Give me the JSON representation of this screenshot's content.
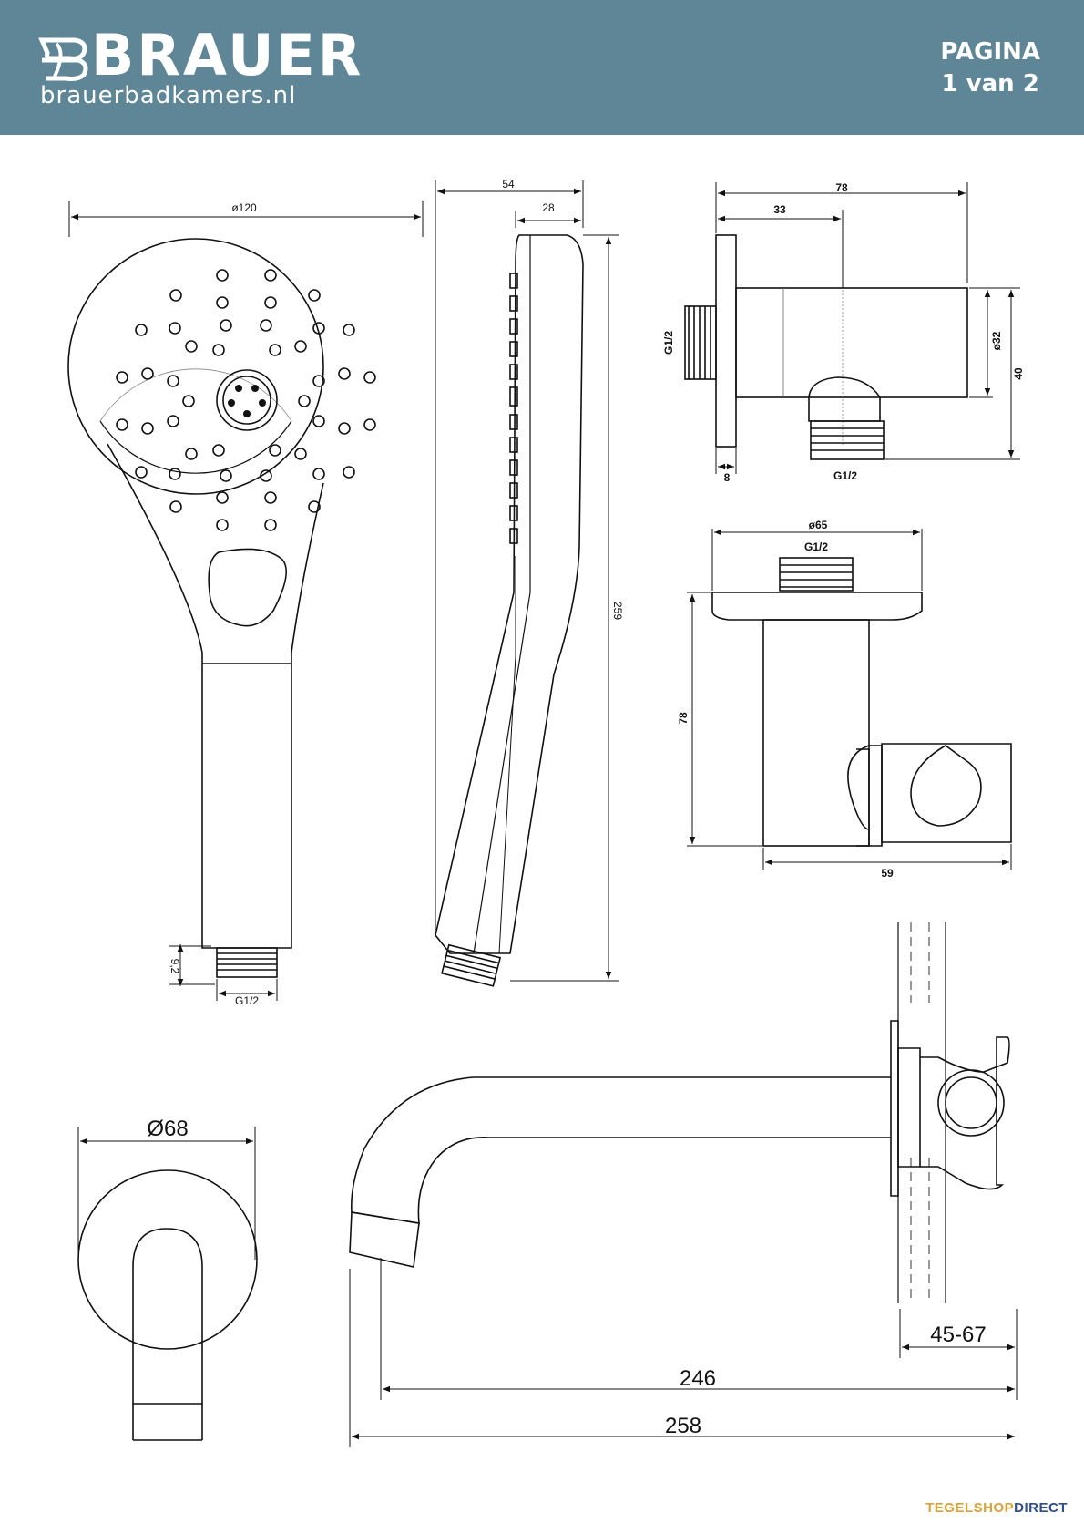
{
  "header": {
    "brand": "BRAUER",
    "website": "brauerbadkamers.nl",
    "page_label": "PAGINA",
    "page_number": "1 van 2",
    "background_color": "#5f8697"
  },
  "dimensions": {
    "handshower_front": {
      "diameter": "ø120",
      "thread_height": "9,2",
      "thread": "G1/2"
    },
    "handshower_side": {
      "depth": "54",
      "neck": "28",
      "length": "259"
    },
    "wall_outlet": {
      "width": "78",
      "offset": "33",
      "thread_left": "G1/2",
      "diameter": "ø32",
      "height": "40",
      "flange": "8",
      "thread_bottom": "G1/2"
    },
    "holder": {
      "diameter": "ø65",
      "thread": "G1/2",
      "height": "78",
      "width": "59"
    },
    "spout": {
      "rosette": "Ø68",
      "wall_adjust": "45-67",
      "projection": "246",
      "total": "258"
    }
  },
  "footer": {
    "part1": "TEGEL",
    "part2": "SHOP",
    "part3": "DIRECT"
  }
}
